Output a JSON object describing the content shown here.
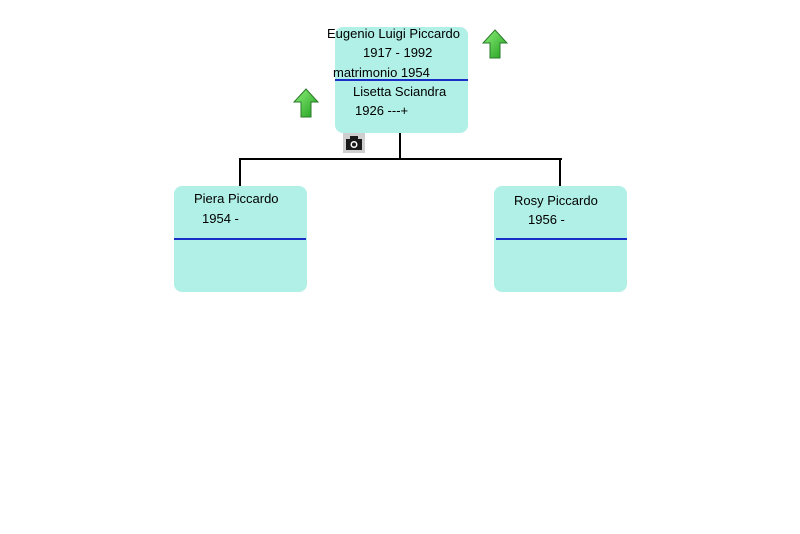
{
  "parents": {
    "father_name": "Eugenio Luigi Piccardo",
    "father_dates": "1917 - 1992",
    "marriage": "matrimonio 1954",
    "mother_name": "Lisetta Sciandra",
    "mother_dates": "1926 ---+"
  },
  "children": [
    {
      "name": "Piera Piccardo",
      "dates": "1954 -"
    },
    {
      "name": "Rosy Piccardo",
      "dates": "1956 -"
    }
  ],
  "icons": {
    "up_arrow": "up-arrow-icon",
    "camera": "camera-icon"
  },
  "colors": {
    "card": "#b0f0e6",
    "divider": "#1a2ec8",
    "arrow": "#2bb52b"
  }
}
